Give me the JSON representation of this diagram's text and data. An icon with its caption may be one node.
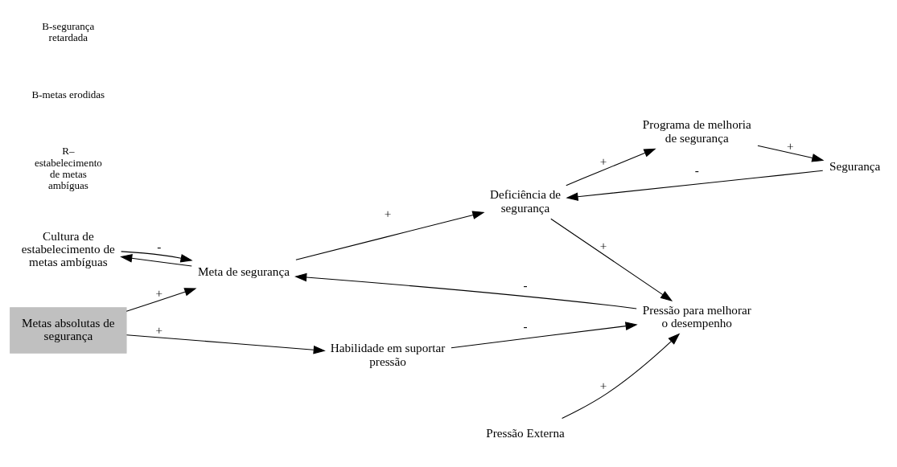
{
  "diagram": {
    "nodes": [
      {
        "text": [
          "Cultura de estabelecimento de metas ambíguas"
        ]
      },
      {
        "text": [
          "Meta de segurança"
        ]
      },
      {
        "text": [
          "Programa de melhoria de segurança"
        ]
      },
      {
        "text": [
          "Metas absolutas de segurança"
        ]
      },
      {
        "text": [
          "Deficiência de segurança"
        ]
      },
      {
        "text": [
          "Habilidade em suportar pressão"
        ]
      },
      {
        "text": [
          "Pressão para melhorar o desempenho"
        ]
      },
      {
        "text": [
          "Segurança"
        ]
      },
      {
        "text": [
          "Pressão Externa"
        ]
      }
    ],
    "edges": [
      {
        "from": 0,
        "to": 1,
        "arrow": "to",
        "label": "-"
      },
      {
        "from": 1,
        "to": 0,
        "arrow": "to"
      },
      {
        "from": 3,
        "to": 1,
        "arrow": "to",
        "label": "+"
      },
      {
        "from": 6,
        "to": 1,
        "arrow": "to",
        "label": "-"
      },
      {
        "from": 1,
        "to": 4,
        "arrow": "to",
        "label": "+"
      },
      {
        "from": 4,
        "to": 2,
        "arrow": "to",
        "label": "+"
      },
      {
        "from": 2,
        "to": 7,
        "arrow": "to",
        "label": "+"
      },
      {
        "from": 7,
        "to": 4,
        "arrow": "to",
        "label": "-"
      },
      {
        "from": 4,
        "to": 6,
        "arrow": "to",
        "label": "+"
      },
      {
        "from": 3,
        "to": 5,
        "arrow": "to",
        "label": "+"
      },
      {
        "from": 5,
        "to": 6,
        "arrow": "to",
        "label": "-"
      },
      {
        "from": 8,
        "to": 6,
        "arrow": "to",
        "label": "+"
      }
    ],
    "labels": [
      "R– estabelecimento de metas ambíguas",
      "B-metas erodidas",
      "B-segurança retardada"
    ]
  }
}
